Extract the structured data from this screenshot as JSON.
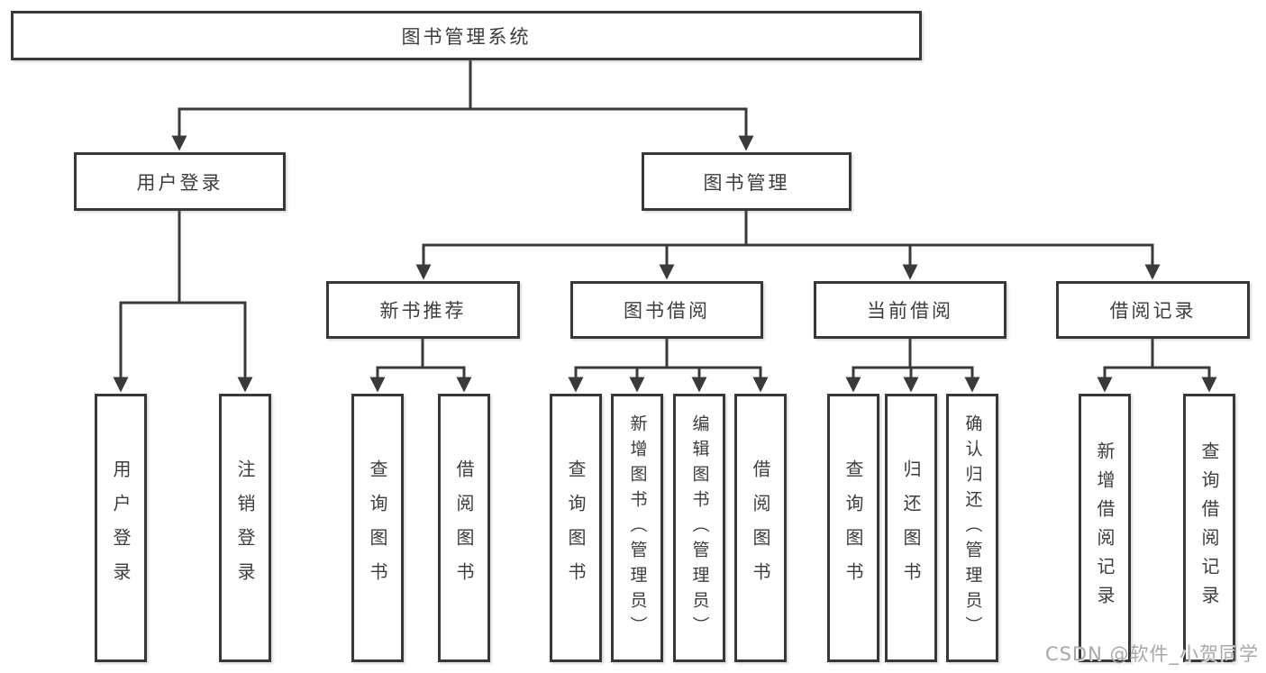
{
  "diagram": {
    "root": {
      "label": "图书管理系统"
    },
    "branches": [
      {
        "label": "用户登录",
        "children": [
          {
            "label": "用户登录"
          },
          {
            "label": "注销登录"
          }
        ]
      },
      {
        "label": "图书管理",
        "children": [
          {
            "label": "新书推荐",
            "children": [
              {
                "label": "查询图书"
              },
              {
                "label": "借阅图书"
              }
            ]
          },
          {
            "label": "图书借阅",
            "children": [
              {
                "label": "查询图书"
              },
              {
                "label": "新增图书（管理员）"
              },
              {
                "label": "编辑图书（管理员）"
              },
              {
                "label": "借阅图书"
              }
            ]
          },
          {
            "label": "当前借阅",
            "children": [
              {
                "label": "查询图书"
              },
              {
                "label": "归还图书"
              },
              {
                "label": "确认归还（管理员）"
              }
            ]
          },
          {
            "label": "借阅记录",
            "children": [
              {
                "label": "新增借阅记录"
              },
              {
                "label": "查询借阅记录"
              }
            ]
          }
        ]
      }
    ]
  },
  "watermark": {
    "text": "CSDN @软件_小贺同学"
  },
  "colors": {
    "background": "#ffffff",
    "box_border": "#383838",
    "connector_line": "#3a3a3a",
    "node_text": "#3d3d3d",
    "watermark_text": "#a8a8a8"
  }
}
